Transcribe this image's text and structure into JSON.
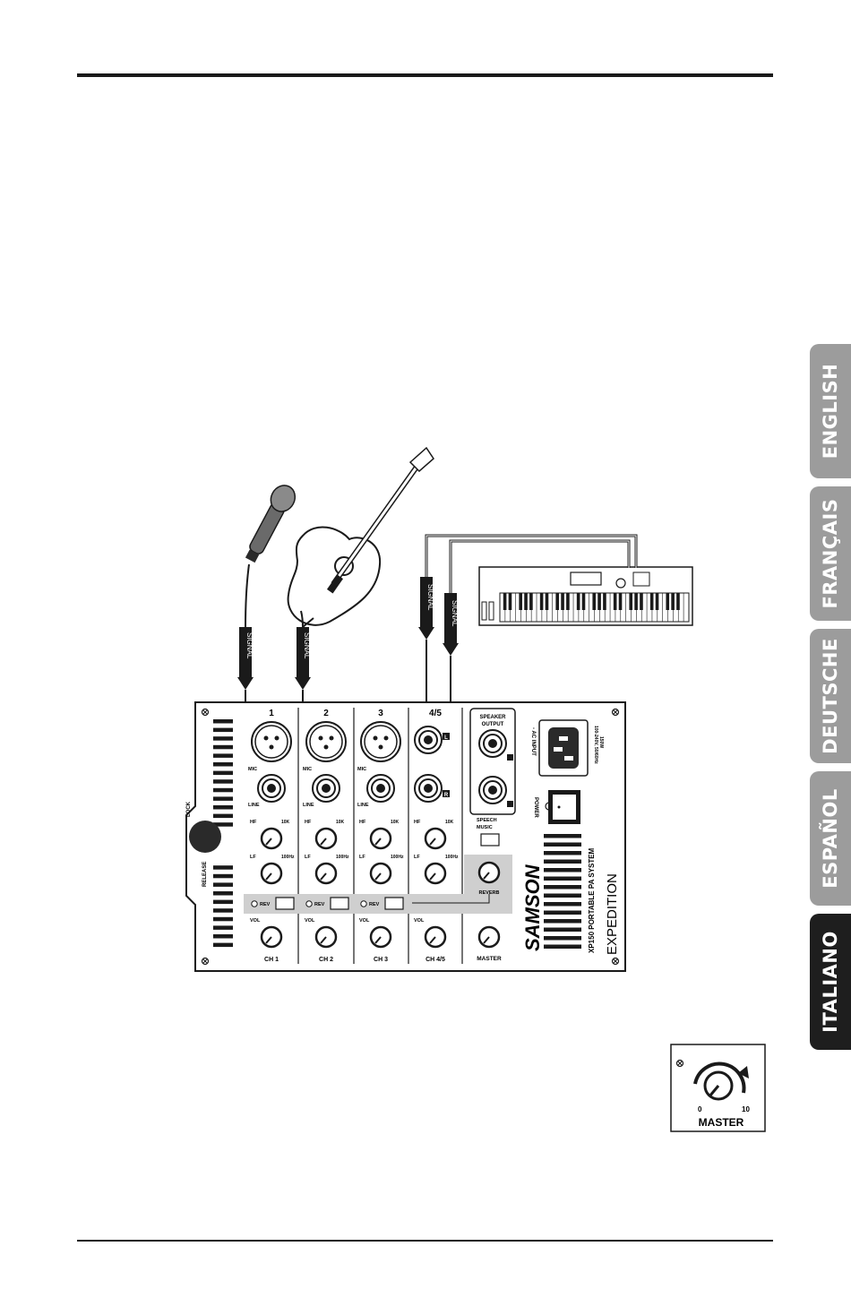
{
  "tabs": [
    {
      "label": "ENGLISH",
      "active": false
    },
    {
      "label": "FRANÇAIS",
      "active": false
    },
    {
      "label": "DEUTSCHE",
      "active": false
    },
    {
      "label": "ESPAÑOL",
      "active": false
    },
    {
      "label": "ITALIANO",
      "active": true
    }
  ],
  "cables": {
    "signal_label": "SIGNAL"
  },
  "mixer": {
    "channels": [
      {
        "number": "1",
        "bottom_label": "CH 1"
      },
      {
        "number": "2",
        "bottom_label": "CH 2"
      },
      {
        "number": "3",
        "bottom_label": "CH 3"
      },
      {
        "number": "4/5",
        "bottom_label": "CH 4/5"
      }
    ],
    "mic_label": "MIC",
    "line_label": "LINE",
    "hf_label": "HF",
    "lf_label": "LF",
    "hf_freq": "10K",
    "lf_freq": "100Hz",
    "rev_label": "REV",
    "vol_label": "VOL",
    "speaker_output": [
      "SPEAKER",
      "OUTPUT"
    ],
    "lr": [
      "L",
      "R"
    ],
    "speech_label": "SPEECH",
    "music_label": "MUSIC",
    "reverb_label": "REVERB",
    "master_label": "MASTER",
    "power_label": "POWER",
    "ac_input": "- AC INPUT",
    "ac_spec": [
      "100-240V, 50/60Hz",
      "150W"
    ],
    "brand": "SAMSON",
    "model": "XP150  PORTABLE PA SYSTEM",
    "series": "EXPEDITION",
    "lock_label": "LOCK",
    "release_label": "RELEASE"
  },
  "master_callout": {
    "label": "MASTER",
    "min": "0",
    "max": "10"
  }
}
